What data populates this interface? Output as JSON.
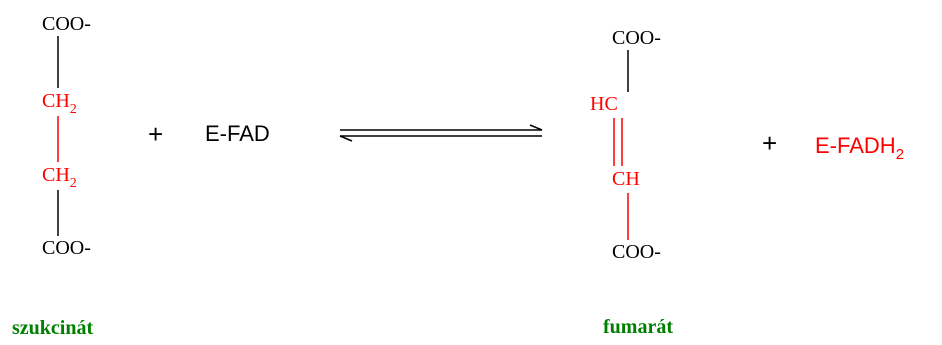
{
  "colors": {
    "black": "#000000",
    "red": "#ff0000",
    "green": "#008000"
  },
  "reactant": {
    "top_group": "COO-",
    "ch2_a": "CH",
    "ch2_a_sub": "2",
    "ch2_b": "CH",
    "ch2_b_sub": "2",
    "bottom_group": "COO-",
    "name": "szukcinát"
  },
  "plus_1": "+",
  "cofactor_in": "E-FAD",
  "product": {
    "top_group": "COO-",
    "hc": "HC",
    "ch": "CH",
    "bottom_group": "COO-",
    "name": "fumarát"
  },
  "plus_2": "+",
  "cofactor_out": "E-FADH",
  "cofactor_out_sub": "2"
}
